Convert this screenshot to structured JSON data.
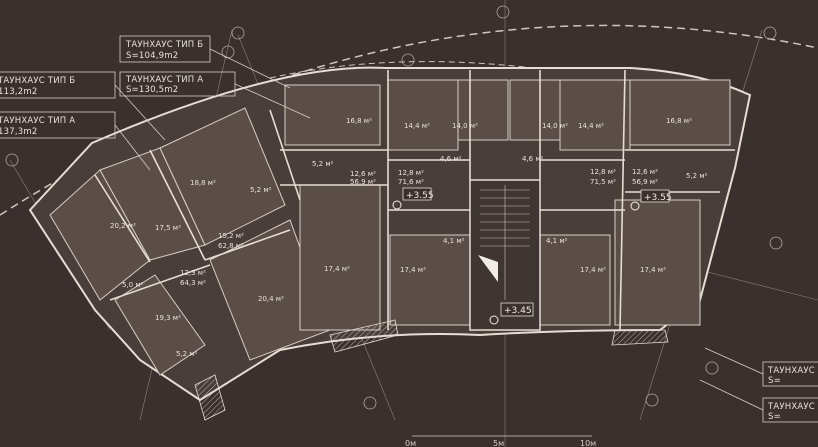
{
  "callouts": [
    {
      "title": "ТАУНХАУС ТИП Б",
      "area": "S=104,9m2"
    },
    {
      "title": "ТАУНХАУС ТИП Б",
      "area": "113,2m2"
    },
    {
      "title": "ТАУНХАУС ТИП А",
      "area": "S=130,5m2"
    },
    {
      "title": "ТАУНХАУС ТИП А",
      "area": "137,3m2"
    },
    {
      "title": "ТАУНХАУС",
      "area": "S="
    },
    {
      "title": "ТАУНХАУС",
      "area": "S="
    }
  ],
  "rooms": {
    "r1": "20,2 м²",
    "r2": "17,5 м²",
    "r3": "5,0 м²",
    "r4": "12,3 м²",
    "r5": "64,3 м²",
    "r6": "19,3 м²",
    "r7": "5,2 м²",
    "r8": "18,8 м²",
    "r9": "5,2 м²",
    "r10": "15,2 м²",
    "r11": "62,8 м²",
    "r12": "20,4 м²",
    "r13": "17,4 м²",
    "r14": "16,8 м²",
    "r15": "5,2 м²",
    "r16": "12,6 м²",
    "r17": "56,9 м²",
    "r18": "14,4 м²",
    "r19": "14,0 м²",
    "r20": "12,8 м²",
    "r21": "71,6 м²",
    "r22": "4,6 м²",
    "r23": "4,1 м²",
    "r24": "17,4 м²",
    "r25": "4,6 м²",
    "r26": "14,0 м²",
    "r27": "14,4 м²",
    "r28": "12,8 м²",
    "r29": "71,5 м²",
    "r30": "4,1 м²",
    "r31": "17,4 м²",
    "r32": "16,8 м²",
    "r33": "12,6 м²",
    "r34": "56,9 м²",
    "r35": "5,2 м²",
    "r36": "17,4 м²"
  },
  "elevations": {
    "e1": "+3.55",
    "e2": "+3.45",
    "e3": "+3.55"
  },
  "scale_bar": [
    "0м",
    "5м",
    "10м"
  ]
}
